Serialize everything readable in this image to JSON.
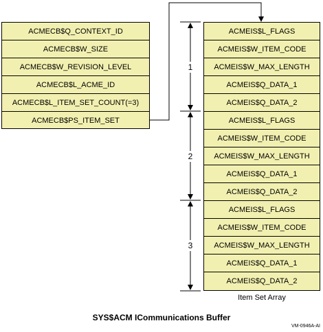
{
  "context_block": {
    "fields": [
      "ACMECB$Q_CONTEXT_ID",
      "ACMECB$W_SIZE",
      "ACMECB$W_REVISION_LEVEL",
      "ACMECB$L_ACME_ID",
      "ACMECB$L_ITEM_SET_COUNT(=3)",
      "ACMECB$PS_ITEM_SET"
    ]
  },
  "item_set_array": {
    "label": "Item Set Array",
    "groups": [
      {
        "number": "1",
        "fields": [
          "ACMEIS$L_FLAGS",
          "ACMEIS$W_ITEM_CODE",
          "ACMEIS$W_MAX_LENGTH",
          "ACMEIS$Q_DATA_1",
          "ACMEIS$Q_DATA_2"
        ]
      },
      {
        "number": "2",
        "fields": [
          "ACMEIS$L_FLAGS",
          "ACMEIS$W_ITEM_CODE",
          "ACMEIS$W_MAX_LENGTH",
          "ACMEIS$Q_DATA_1",
          "ACMEIS$Q_DATA_2"
        ]
      },
      {
        "number": "3",
        "fields": [
          "ACMEIS$L_FLAGS",
          "ACMEIS$W_ITEM_CODE",
          "ACMEIS$W_MAX_LENGTH",
          "ACMEIS$Q_DATA_1",
          "ACMEIS$Q_DATA_2"
        ]
      }
    ]
  },
  "caption": "SYS$ACM ICommunications Buffer",
  "figure_id": "VM-0946A-AI"
}
